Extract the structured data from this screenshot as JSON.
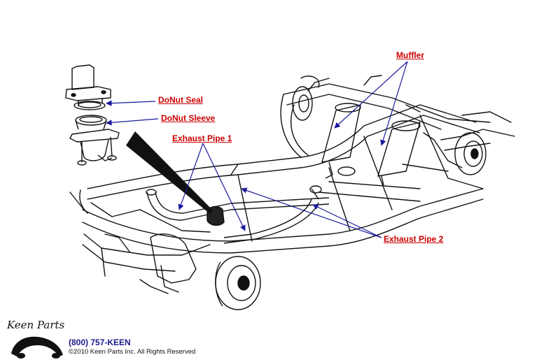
{
  "callouts": {
    "muffler": "Muffler",
    "donut_seal": "DoNut Seal",
    "donut_sleeve": "DoNut Sleeve",
    "exhaust_pipe_1": "Exhaust Pipe 1",
    "exhaust_pipe_2": "Exhaust Pipe 2"
  },
  "footer": {
    "brand": "Keen Parts",
    "phone": "(800) 757-KEEN",
    "copyright": "©2010 Keen Parts Inc. All Rights Reserved"
  },
  "colors": {
    "label": "#cc0000",
    "leader_line": "#1a1a9c",
    "drawing": "#111111",
    "phone": "#1a1a8c"
  }
}
